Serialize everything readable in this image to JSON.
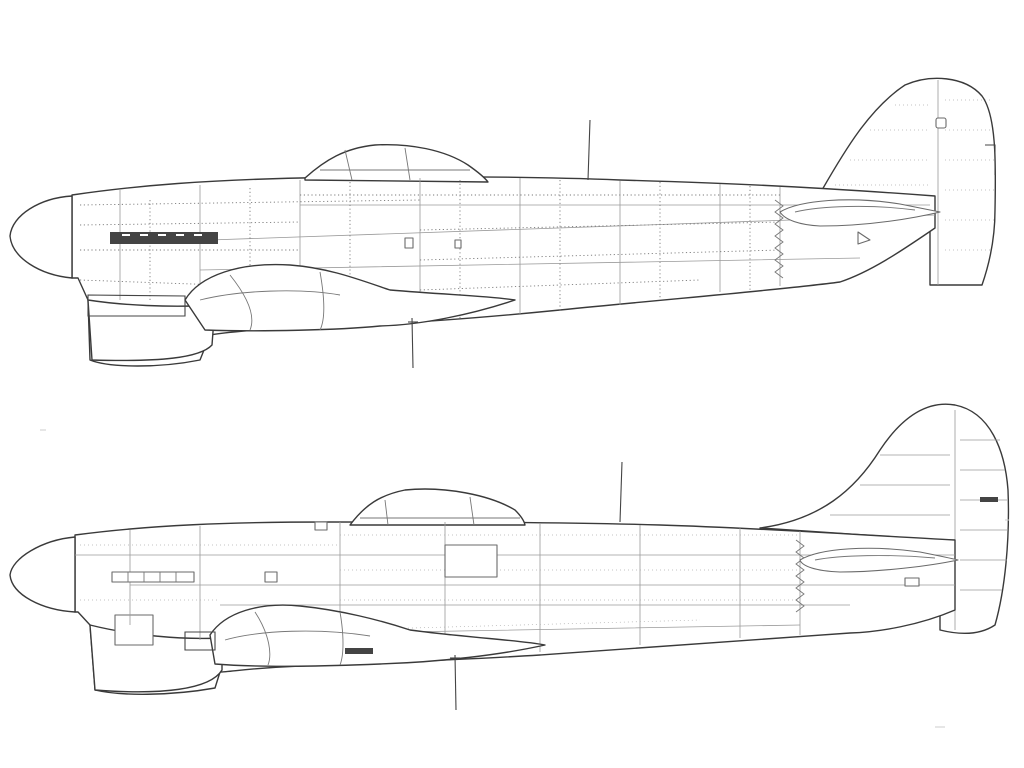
{
  "views": [
    {
      "id": "upper",
      "style": "riveted"
    },
    {
      "id": "lower",
      "style": "panel-lines"
    }
  ]
}
